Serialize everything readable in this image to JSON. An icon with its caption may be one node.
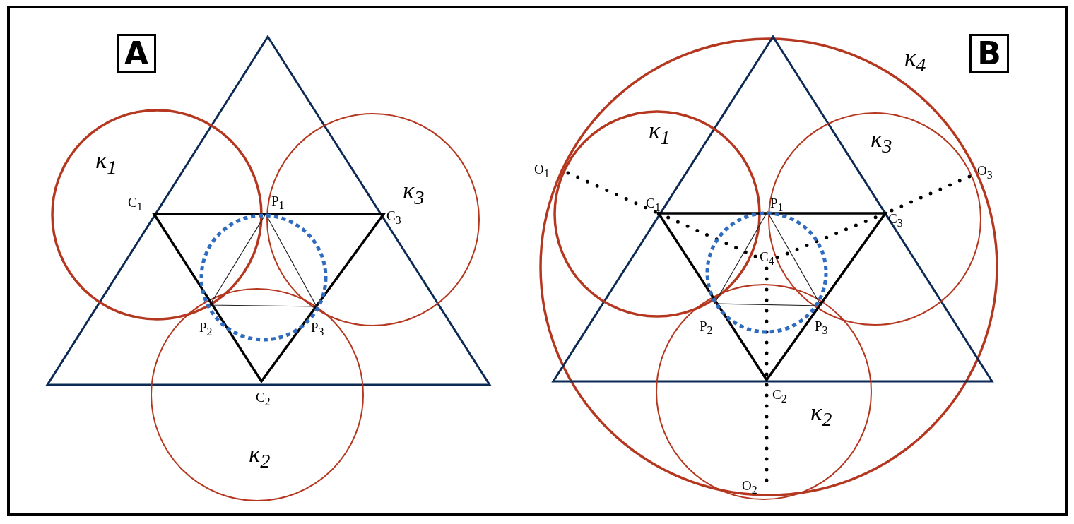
{
  "diagram": {
    "nodes": [
      {
        "text": [
          "A"
        ]
      },
      {
        "text": [
          "B"
        ]
      }
    ],
    "labels": [
      "κ$_{1}$",
      "κ$_{3}$",
      "C$_{1}$",
      "P$_{1}$",
      "C$_{3}$",
      "P$_{2}$",
      "P$_{3}$",
      "C$_{2}$",
      "κ$_{2}$",
      "κ$_{4}$",
      "κ$_{1}$",
      "κ$_{3}$",
      "O$_{1}$",
      "O$_{3}$",
      "C$_{1}$",
      "P$_{1}$",
      "C$_{3}$",
      "C$_{4}$",
      "P$_{2}$",
      "P$_{3}$",
      "C$_{2}$",
      "κ$_{2}$",
      "O$_{2}$"
    ]
  }
}
